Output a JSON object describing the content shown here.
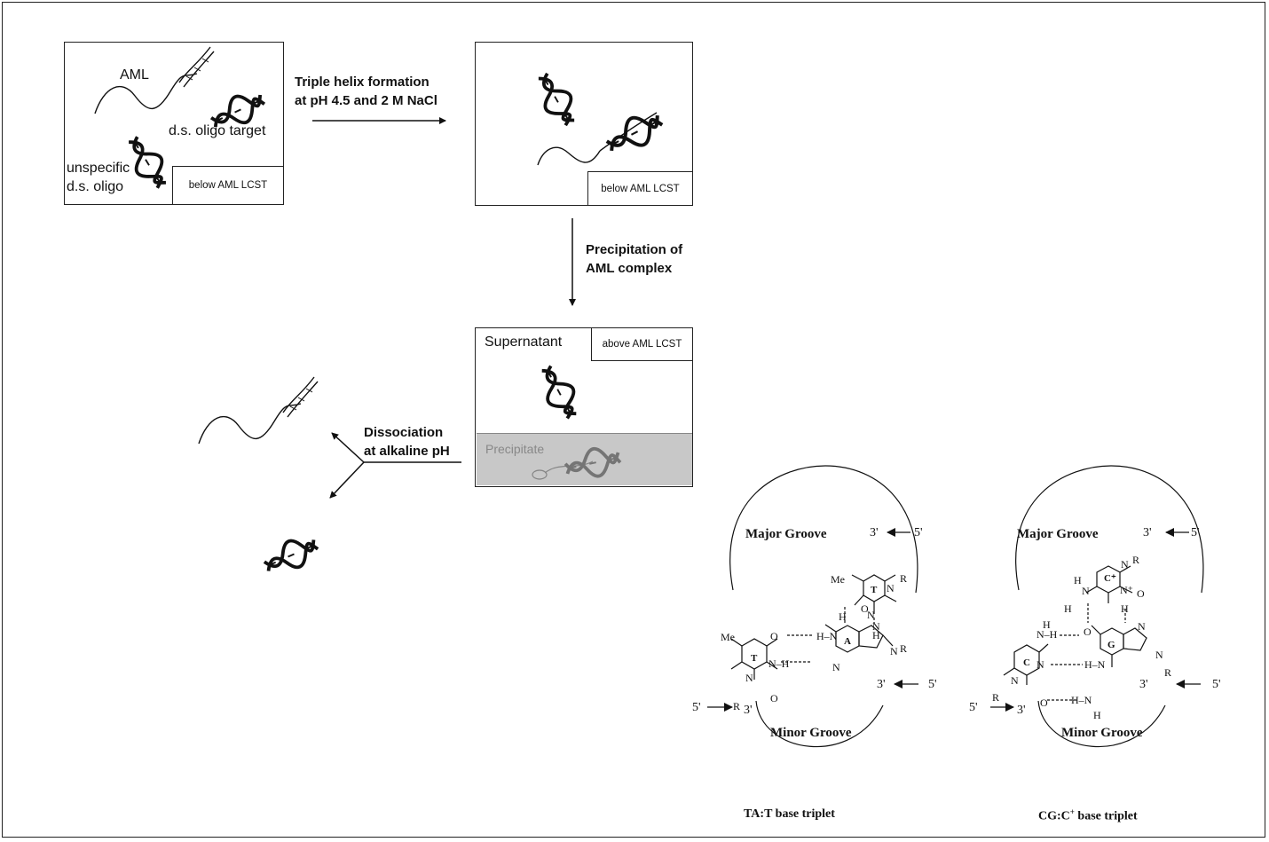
{
  "box1": {
    "aml_label": "AML",
    "target_label": "d.s. oligo target",
    "unspecific_line1": "unspecific",
    "unspecific_line2": "d.s. oligo",
    "tag": "below AML LCST"
  },
  "step1": {
    "line1": "Triple helix formation",
    "line2": "at pH 4.5 and 2 M NaCl"
  },
  "box2": {
    "tag": "below AML LCST"
  },
  "step2": {
    "line1": "Precipitation of",
    "line2": "AML complex"
  },
  "box3": {
    "supernatant": "Supernatant",
    "tag": "above AML LCST",
    "precipitate": "Precipitate"
  },
  "step3": {
    "line1": "Dissociation",
    "line2": "at alkaline pH"
  },
  "triplet_ta": {
    "major_groove": "Major Groove",
    "minor_groove": "Minor Groove",
    "caption": "TA:T base triplet",
    "end_top_3": "3'",
    "end_top_5": "5'",
    "end_right_3": "3'",
    "end_right_5": "5'",
    "end_left_5": "5'",
    "end_left_3": "3'"
  },
  "triplet_cg": {
    "major_groove": "Major Groove",
    "minor_groove": "Minor Groove",
    "caption_main": "CG:C",
    "caption_sup": "+",
    "caption_rest": " base triplet",
    "end_top_3": "3'",
    "end_top_5": "5'",
    "end_right_3": "3'",
    "end_right_5": "5'",
    "end_left_5": "5'",
    "end_left_3": "3'"
  }
}
